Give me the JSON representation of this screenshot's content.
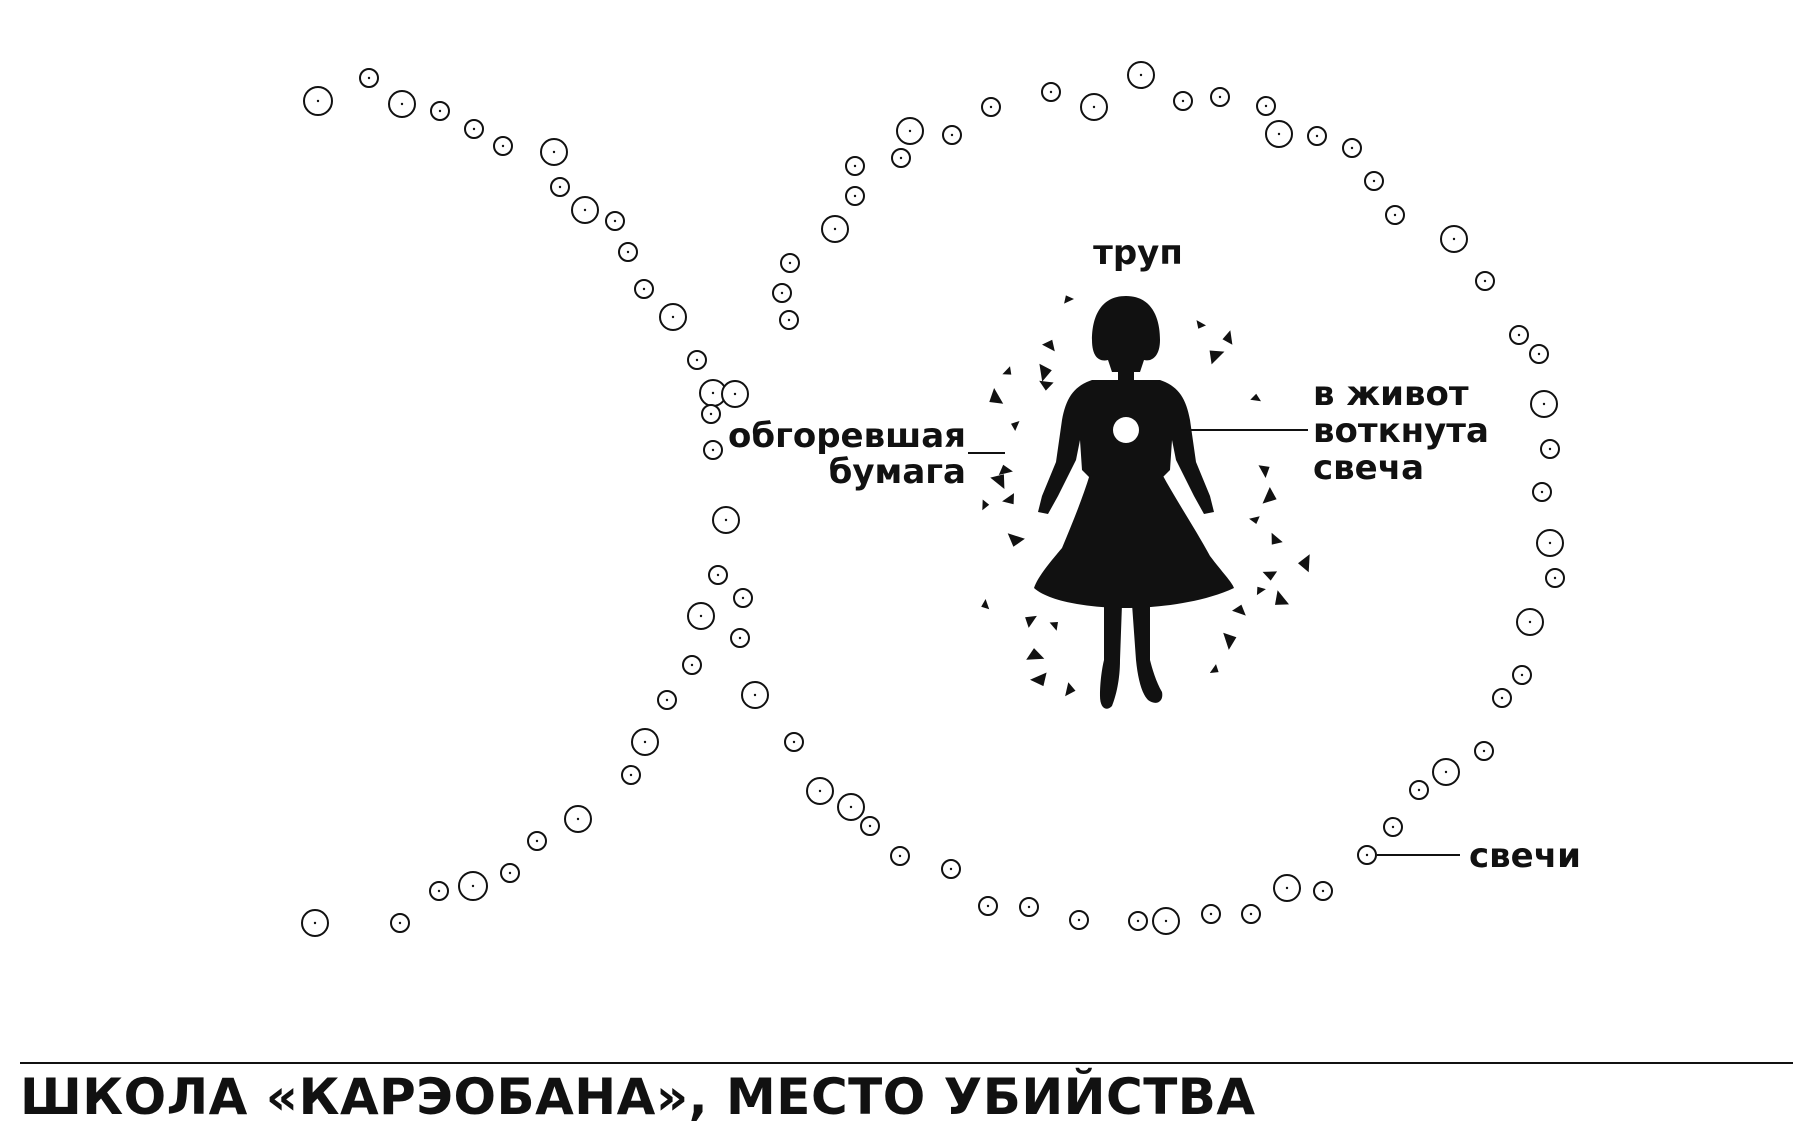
{
  "diagram": {
    "labels": {
      "body": "труп",
      "paper_line1": "обгоревшая",
      "paper_line2": "бумага",
      "candle_line1": "в живот",
      "candle_line2": "воткнута",
      "candle_line3": "свеча",
      "candles": "свечи"
    },
    "caption": "ШКОЛА «КАРЭОБАНА», МЕСТО УБИЙСТВА",
    "colors": {
      "ink": "#111111",
      "background": "#ffffff"
    },
    "icons": {
      "candle": "small-circle",
      "figure": "woman-silhouette-in-dress",
      "paper": "black-triangle-fragment"
    }
  }
}
